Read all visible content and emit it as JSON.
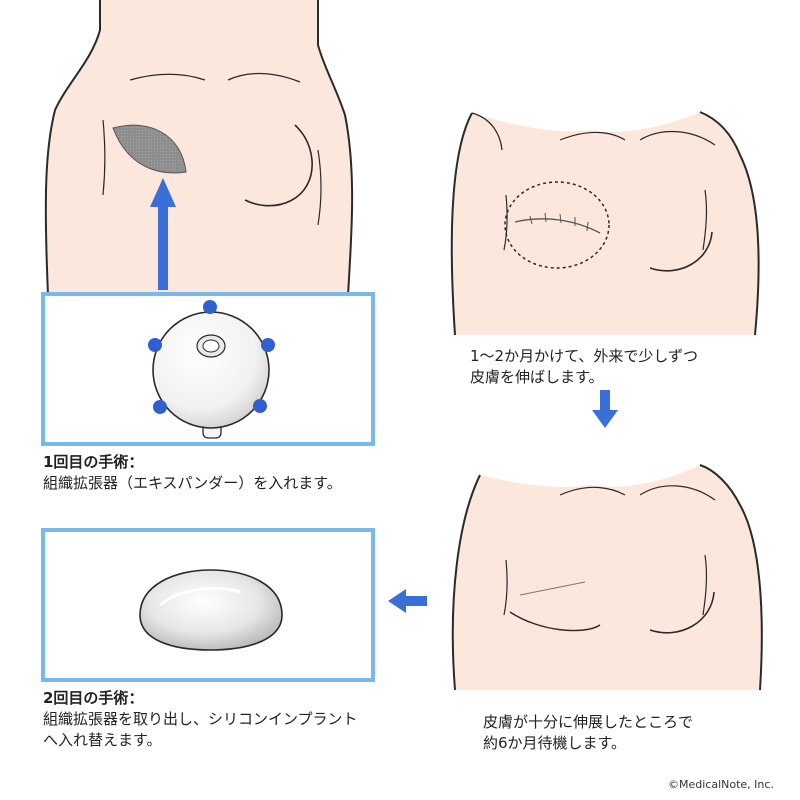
{
  "step1": {
    "title": "1回目の手術：",
    "text": "組織拡張器（エキスパンダー）を入れます。"
  },
  "expand": {
    "line1": "1〜2か月かけて、外来で少しずつ",
    "line2": "皮膚を伸ばします。"
  },
  "wait": {
    "line1": "皮膚が十分に伸展したところで",
    "line2": "約6か月待機します。"
  },
  "step2": {
    "title": "2回目の手術：",
    "line1": "組織拡張器を取り出し、シリコンインプラント",
    "line2": "へ入れ替えます。"
  },
  "credit": "©MedicalNote, Inc.",
  "colors": {
    "skin": "#fbe7dc",
    "outline": "#2a2a2a",
    "arrow": "#3a6fd8",
    "box_border": "#7ab7ea",
    "incision": "#9a9a9a"
  }
}
